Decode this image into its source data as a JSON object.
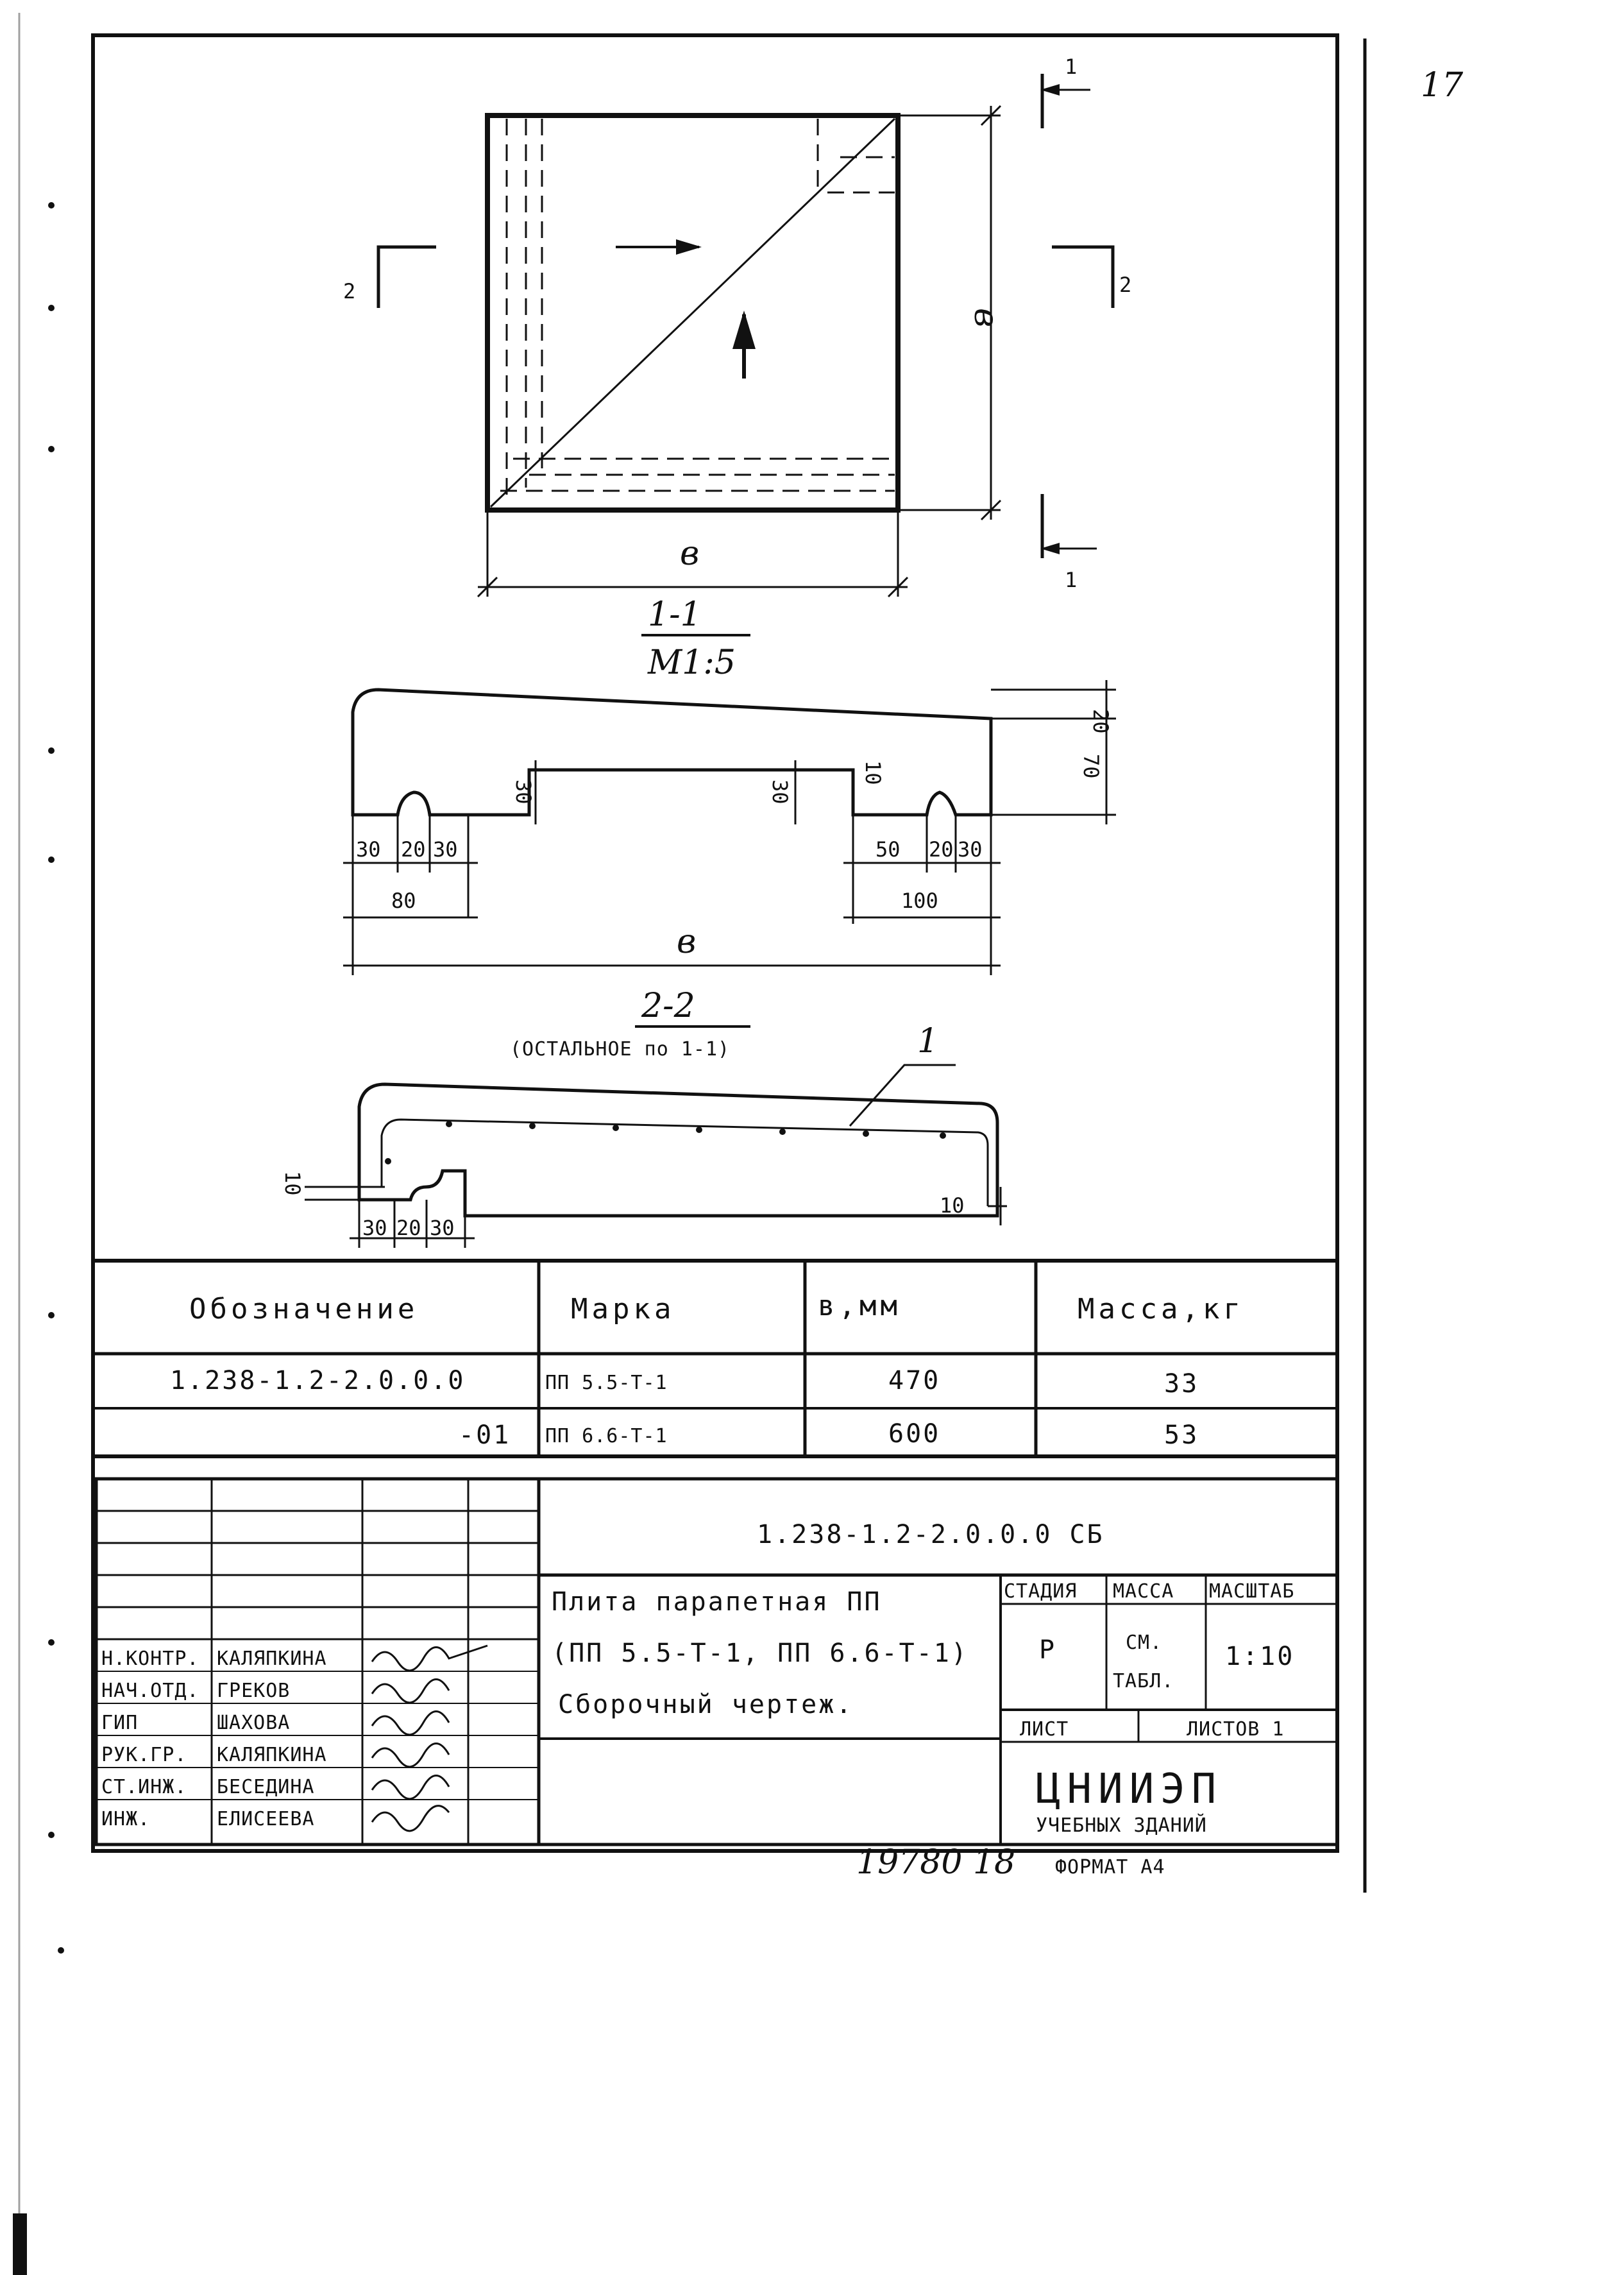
{
  "page_mark": "17",
  "views": {
    "plan": {
      "dim_side": "в",
      "dim_bottom": "в",
      "cut_left": "2",
      "cut_right": "2",
      "cut_top": "1",
      "cut_bottom": "1",
      "caption": "1-1",
      "scale": "М1:5"
    },
    "section_1_1": {
      "dims": [
        "20",
        "70",
        "30",
        "30",
        "10",
        "30",
        "20",
        "30",
        "80",
        "50",
        "20",
        "30",
        "100",
        "в"
      ]
    },
    "section_2_2": {
      "caption": "2-2",
      "note": "(ОСТАЛЬНОЕ по 1-1)",
      "leader": "1",
      "dims": [
        "10",
        "10",
        "30",
        "20",
        "30"
      ]
    }
  },
  "spec_table": {
    "headers": [
      "Обозначение",
      "Марка",
      "в,мм",
      "Масса,кг"
    ],
    "rows": [
      {
        "designation": "1.238-1.2-2.0.0.0",
        "mark": "ПП 5.5-Т-1",
        "b": "470",
        "mass": "33"
      },
      {
        "designation": "-01",
        "mark": "ПП 6.6-Т-1",
        "b": "600",
        "mass": "53"
      }
    ]
  },
  "title_block": {
    "doc_number": "1.238-1.2-2.0.0.0 СБ",
    "title_line1": "Плита парапетная ПП",
    "title_line2": "(ПП 5.5-Т-1, ПП 6.6-Т-1)",
    "title_line3": "Сборочный чертеж.",
    "stage_label": "СТАДИЯ",
    "mass_label": "МАССА",
    "scale_label": "МАСШТАБ",
    "stage": "Р",
    "mass_line1": "СМ.",
    "mass_line2": "ТАБЛ.",
    "scale": "1:10",
    "sheet_label": "ЛИСТ",
    "sheets_label": "ЛИСТОВ 1",
    "org_name": "ЦНИИЭП",
    "org_sub": "УЧЕБНЫХ ЗДАНИЙ",
    "signatures": [
      {
        "role": "Н.КОНТР.",
        "name": "КАЛЯПКИНА"
      },
      {
        "role": "НАЧ.ОТД.",
        "name": "ГРЕКОВ"
      },
      {
        "role": "ГИП",
        "name": "ШАХОВА"
      },
      {
        "role": "РУК.ГР.",
        "name": "КАЛЯПКИНА"
      },
      {
        "role": "СТ.ИНЖ.",
        "name": "БЕСЕДИНА"
      },
      {
        "role": "ИНЖ.",
        "name": "ЕЛИСЕЕВА"
      }
    ]
  },
  "footer": {
    "inventory": "19780 18",
    "format": "ФОРМАТ А4"
  },
  "colors": {
    "ink": "#111111",
    "paper": "#ffffff"
  }
}
